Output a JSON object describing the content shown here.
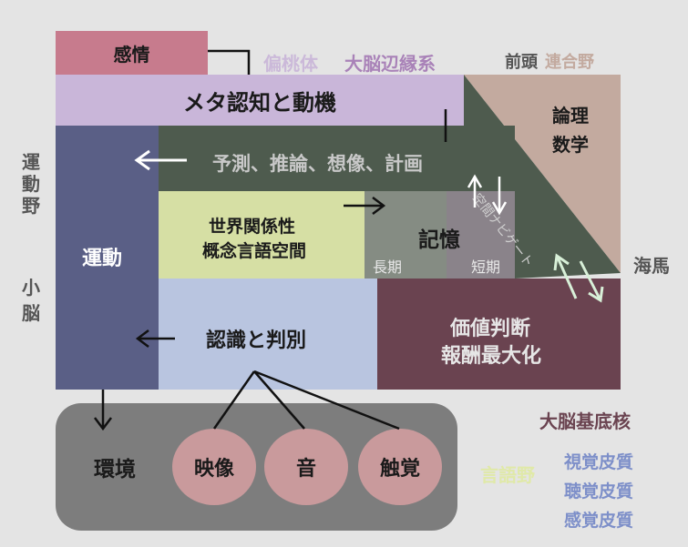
{
  "colors": {
    "emotion": "#c77b8d",
    "meta": "#c9b6d9",
    "motor": "#5a5f86",
    "prediction": "#4e5b4e",
    "worldmodel": "#d6dfa4",
    "memory_long": "#858c83",
    "memory_short": "#8a838a",
    "logic": "#c3aa9f",
    "value": "#6a4350",
    "recognition": "#b9c5e0",
    "environment": "#7d7d7d",
    "sense": "#c99a9c"
  },
  "blocks": {
    "emotion": "感情",
    "meta": "メタ認知と動機",
    "prediction": "予測、推論、想像、計画",
    "world_line1": "世界関係性",
    "world_line2": "概念言語空間",
    "memory": "記憶",
    "memory_long": "長期",
    "memory_short": "短期",
    "motor": "運動",
    "logic_line1": "論理",
    "logic_line2": "数学",
    "spatial_nav": "空間ナビゲート",
    "value_line1": "価値判断",
    "value_line2": "報酬最大化",
    "recognition": "認識と判別",
    "environment": "環境"
  },
  "senses": [
    "映像",
    "音",
    "触覚"
  ],
  "regions": {
    "limbic_pre": "偏桃体",
    "limbic": "大脳辺縁系",
    "frontal_a": "前頭",
    "frontal_b": "連合野",
    "motor_area_1": "運",
    "motor_area_2": "動",
    "motor_area_3": "野",
    "cerebellum_1": "小",
    "cerebellum_2": "脳",
    "hippocampus": "海馬",
    "basal_ganglia": "大脳基底核",
    "language_area": "言語野",
    "visual_cortex": "視覚皮質",
    "auditory_cortex": "聴覚皮質",
    "sensory_cortex": "感覚皮質"
  }
}
